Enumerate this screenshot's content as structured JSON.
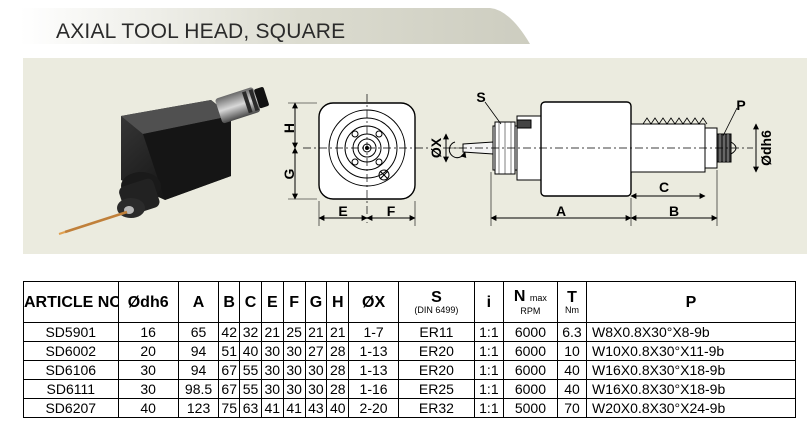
{
  "page": {
    "title": "AXIAL TOOL HEAD, SQUARE"
  },
  "drawing": {
    "labels": {
      "h": "H",
      "g": "G",
      "e": "E",
      "f": "F",
      "ox": "ØX",
      "s": "S",
      "p": "P",
      "a": "A",
      "b": "B",
      "c": "C",
      "odh6": "Ødh6"
    }
  },
  "table": {
    "headers": {
      "article": "ARTICLE NO.",
      "odh6": "Ødh6",
      "a": "A",
      "b": "B",
      "c": "C",
      "e": "E",
      "f": "F",
      "g": "G",
      "h": "H",
      "ox": "ØX",
      "s": "S",
      "s_sub": "(DIN 6499)",
      "i": "i",
      "n": "N",
      "n_max": "max",
      "n_sub": "RPM",
      "t": "T",
      "t_sub": "Nm",
      "p": "P"
    },
    "rows": [
      {
        "article": "SD5901",
        "odh6": "16",
        "a": "65",
        "b": "42",
        "c": "32",
        "e": "21",
        "f": "25",
        "g": "21",
        "h": "21",
        "ox": "1-7",
        "s": "ER11",
        "i": "1:1",
        "n": "6000",
        "t": "6.3",
        "p": "W8X0.8X30°X8-9b"
      },
      {
        "article": "SD6002",
        "odh6": "20",
        "a": "94",
        "b": "51",
        "c": "40",
        "e": "30",
        "f": "30",
        "g": "27",
        "h": "28",
        "ox": "1-13",
        "s": "ER20",
        "i": "1:1",
        "n": "6000",
        "t": "10",
        "p": "W10X0.8X30°X11-9b"
      },
      {
        "article": "SD6106",
        "odh6": "30",
        "a": "94",
        "b": "67",
        "c": "55",
        "e": "30",
        "f": "30",
        "g": "30",
        "h": "28",
        "ox": "1-13",
        "s": "ER20",
        "i": "1:1",
        "n": "6000",
        "t": "40",
        "p": "W16X0.8X30°X18-9b"
      },
      {
        "article": "SD6111",
        "odh6": "30",
        "a": "98.5",
        "b": "67",
        "c": "55",
        "e": "30",
        "f": "30",
        "g": "30",
        "h": "28",
        "ox": "1-16",
        "s": "ER25",
        "i": "1:1",
        "n": "6000",
        "t": "40",
        "p": "W16X0.8X30°X18-9b"
      },
      {
        "article": "SD6207",
        "odh6": "40",
        "a": "123",
        "b": "75",
        "c": "63",
        "e": "41",
        "f": "41",
        "g": "43",
        "h": "40",
        "ox": "2-20",
        "s": "ER32",
        "i": "1:1",
        "n": "5000",
        "t": "70",
        "p": "W20X0.8X30°X24-9b"
      }
    ]
  }
}
